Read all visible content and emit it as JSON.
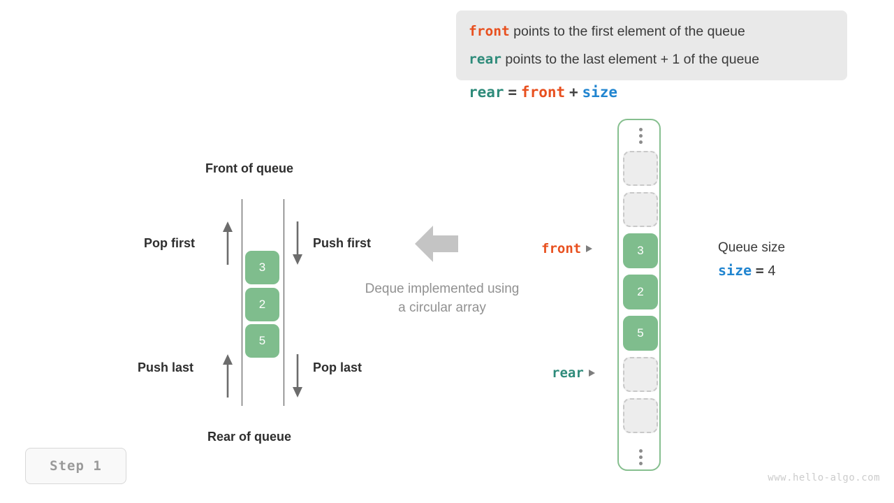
{
  "info_box": {
    "lines": [
      {
        "keyword": "front",
        "keyword_color": "#e8501f",
        "text": "points to the first element of the queue"
      },
      {
        "keyword": "rear",
        "keyword_color": "#2e8b7a",
        "text": "points to the last element + 1 of the queue"
      }
    ]
  },
  "formula": {
    "lhs": "rear",
    "eq": "=",
    "rhs1": "front",
    "plus": "+",
    "rhs2": "size"
  },
  "deque": {
    "top_label": "Front of queue",
    "bottom_label": "Rear of queue",
    "cells": [
      {
        "value": "3"
      },
      {
        "value": "2"
      },
      {
        "value": "5"
      }
    ],
    "operations": [
      {
        "name": "pop-first",
        "label": "Pop first",
        "direction": "up"
      },
      {
        "name": "push-first",
        "label": "Push first",
        "direction": "down"
      },
      {
        "name": "push-last",
        "label": "Push last",
        "direction": "up"
      },
      {
        "name": "pop-last",
        "label": "Pop last",
        "direction": "down"
      }
    ]
  },
  "caption": {
    "line1": "Deque implemented using",
    "line2": "a circular array"
  },
  "array": {
    "slots": [
      {
        "type": "dots",
        "value": ""
      },
      {
        "type": "empty",
        "value": ""
      },
      {
        "type": "empty",
        "value": ""
      },
      {
        "type": "filled",
        "value": "3"
      },
      {
        "type": "filled",
        "value": "2"
      },
      {
        "type": "filled",
        "value": "5"
      },
      {
        "type": "empty",
        "value": ""
      },
      {
        "type": "empty",
        "value": ""
      },
      {
        "type": "dots",
        "value": ""
      }
    ],
    "border_color": "#86bf8f",
    "filled_color": "#7fbd8d",
    "empty_color": "#ededed"
  },
  "pointers": {
    "front": {
      "label": "front",
      "color": "#e8501f"
    },
    "rear": {
      "label": "rear",
      "color": "#2e8b7a"
    }
  },
  "queue_size": {
    "title": "Queue size",
    "var": "size",
    "eq": "=",
    "value": "4",
    "var_color": "#2185d0"
  },
  "step_badge": {
    "label": "Step 1"
  },
  "watermark": {
    "text": "www.hello-algo.com"
  }
}
